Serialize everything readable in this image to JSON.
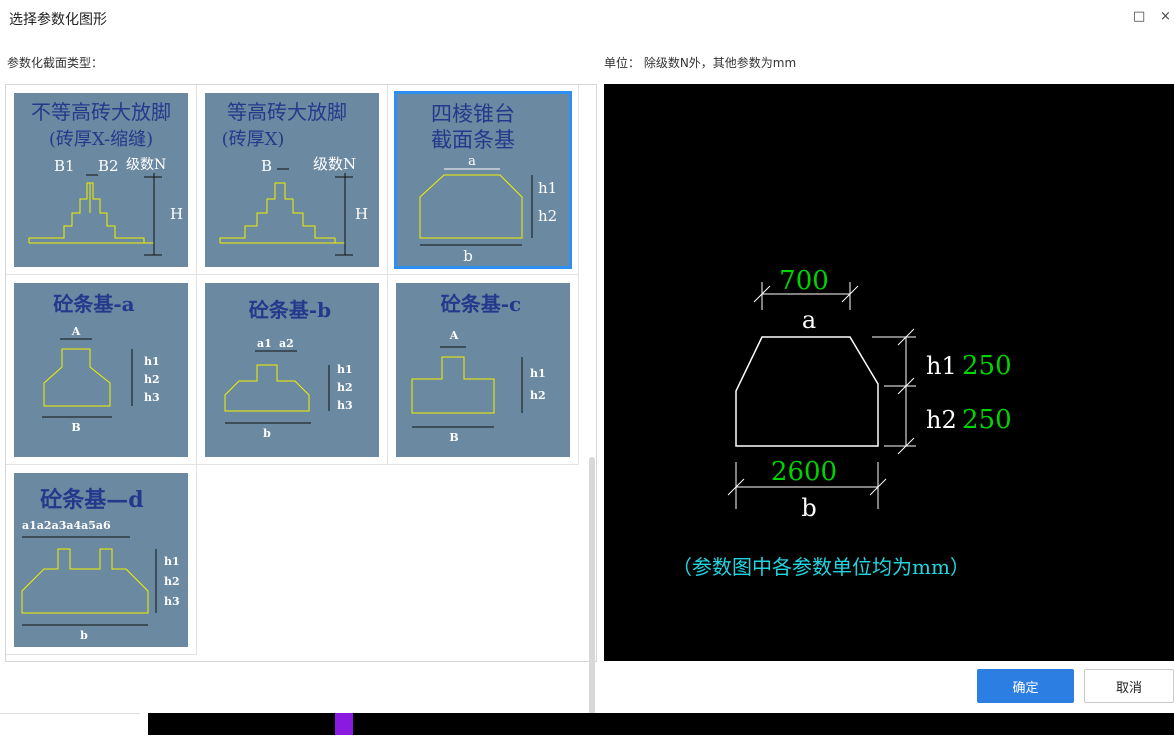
{
  "window": {
    "title": "选择参数化图形",
    "maximize_icon": "□",
    "close_icon": "×"
  },
  "labels": {
    "type_label": "参数化截面类型：",
    "unit_label": "单位： 除级数N外，其他参数为mm"
  },
  "thumbnails": [
    {
      "title_line1": "不等高砖大放脚",
      "title_line2": "(砖厚X-缩缝)",
      "dims": [
        "B1",
        "B2",
        "级数N",
        "H"
      ]
    },
    {
      "title_line1": "等高砖大放脚",
      "title_line2": "(砖厚X)",
      "dims": [
        "B",
        "级数N",
        "H"
      ]
    },
    {
      "title_line1": "四棱锥台",
      "title_line2": "截面条基",
      "dims": [
        "a",
        "h1",
        "h2",
        "b"
      ]
    },
    {
      "title_line1": "砼条基-a",
      "dims": [
        "A",
        "h1",
        "h2",
        "h3",
        "B"
      ]
    },
    {
      "title_line1": "砼条基-b",
      "dims": [
        "a1",
        "a2",
        "h1",
        "h2",
        "h3",
        "b"
      ]
    },
    {
      "title_line1": "砼条基-c",
      "dims": [
        "A",
        "h1",
        "h2",
        "B"
      ]
    },
    {
      "title_line1": "砼条基—d",
      "dims": [
        "a1a2a3a4a5a6",
        "h1",
        "h2",
        "h3",
        "b"
      ]
    }
  ],
  "preview": {
    "a_value": "700",
    "a_label": "a",
    "h1_label": "h1",
    "h1_value": "250",
    "h2_label": "h2",
    "h2_value": "250",
    "b_value": "2600",
    "b_label": "b",
    "note": "（参数图中各参数单位均为mm）"
  },
  "buttons": {
    "ok": "确定",
    "cancel": "取消"
  },
  "colors": {
    "thumb_bg": "#6b8aa1",
    "accent": "#2d7ee3",
    "value_green": "#00d400",
    "note_cyan": "#1fd6e0",
    "shape_yellow": "#f0f000"
  }
}
